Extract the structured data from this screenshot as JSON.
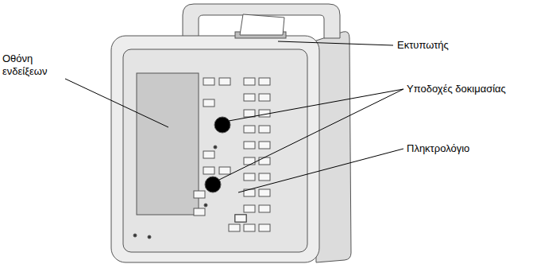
{
  "diagram": {
    "labels": [
      "Οθόνη ενδείξεων",
      "Εκτυπωτής",
      "Υποδοχές δοκιμασίας",
      "Πληκτρολόγιο"
    ]
  }
}
